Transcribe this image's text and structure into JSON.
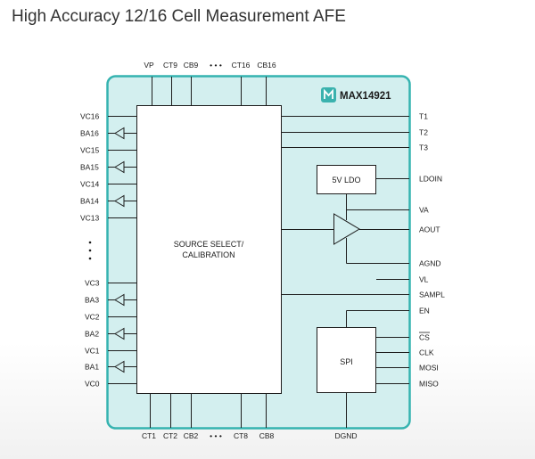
{
  "title": "High Accuracy 12/16 Cell Measurement AFE",
  "colors": {
    "chip_fill": "#d3efef",
    "chip_border": "#35b3b0",
    "block_fill": "#ffffff",
    "wire": "#1d1d1d",
    "logo": "#3ab2ae"
  },
  "chip": {
    "part_number": "MAX14921",
    "logo_icon": "maxim-logo-icon"
  },
  "blocks": {
    "source_select_line1": "SOURCE SELECT/",
    "source_select_line2": "CALIBRATION",
    "ldo": "5V LDO",
    "spi": "SPI"
  },
  "top_pins": [
    "VP",
    "CT9",
    "CB9",
    "CT16",
    "CB16"
  ],
  "bottom_pins": [
    "CT1",
    "CT2",
    "CB2",
    "CT8",
    "CB8",
    "DGND"
  ],
  "left_pins": [
    "VC16",
    "BA16",
    "VC15",
    "BA15",
    "VC14",
    "BA14",
    "VC13",
    "VC3",
    "BA3",
    "VC2",
    "BA2",
    "VC1",
    "BA1",
    "VC0"
  ],
  "right_pins": [
    "T1",
    "T2",
    "T3",
    "LDOIN",
    "VA",
    "AOUT",
    "AGND",
    "VL",
    "SAMPL",
    "EN",
    "CS",
    "CLK",
    "MOSI",
    "MISO"
  ],
  "ellipsis": "• • •"
}
